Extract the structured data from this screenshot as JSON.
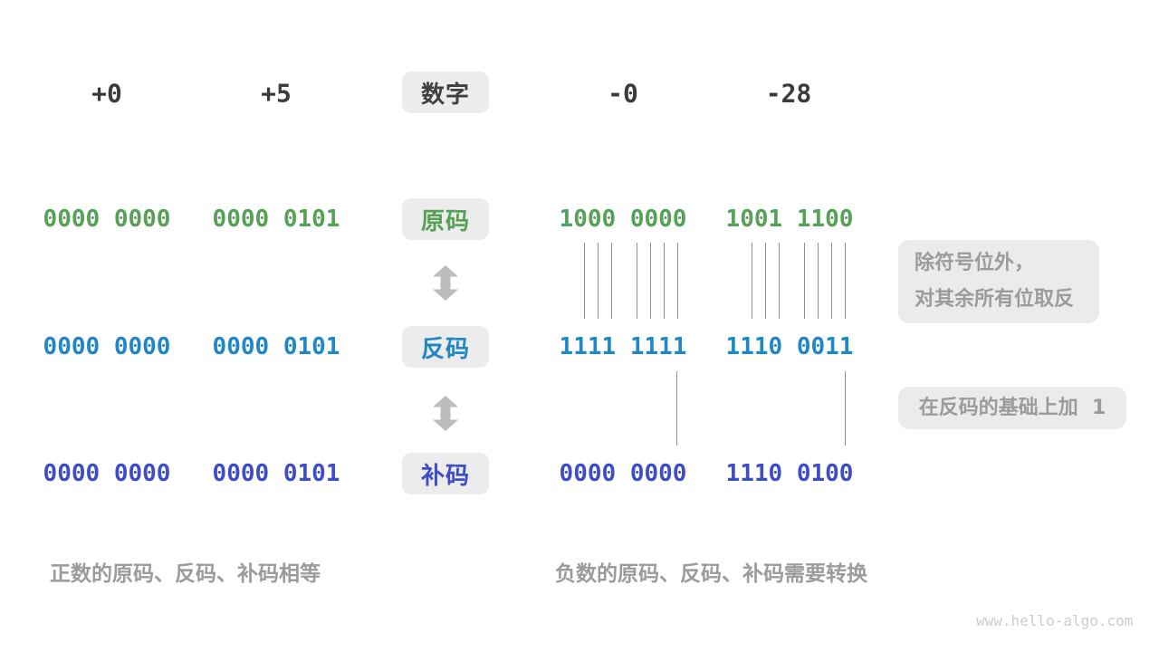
{
  "header": {
    "values": [
      "+0",
      "+5",
      "-0",
      "-28"
    ],
    "label": "数字"
  },
  "rows": [
    {
      "label": "原码",
      "values": [
        "0000 0000",
        "0000 0101",
        "1000 0000",
        "1001 1100"
      ]
    },
    {
      "label": "反码",
      "values": [
        "0000 0000",
        "0000 0101",
        "1111 1111",
        "1110 0011"
      ]
    },
    {
      "label": "补码",
      "values": [
        "0000 0000",
        "0000 0101",
        "0000 0000",
        "1110 0100"
      ]
    }
  ],
  "annotations": {
    "invert_line1": "除符号位外，",
    "invert_line2": "对其余所有位取反",
    "add_one": "在反码的基础上加  1"
  },
  "captions": {
    "positive": "正数的原码、反码、补码相等",
    "negative": "负数的原码、反码、补码需要转换"
  },
  "watermark": "www.hello-algo.com",
  "colors": {
    "sign_magnitude_green": "#57a057",
    "ones_complement_blue": "#1f87c8",
    "twos_complement_indigo": "#3d4dc8",
    "annotation_gray": "#9b9b9b",
    "box_background": "#ececec"
  }
}
